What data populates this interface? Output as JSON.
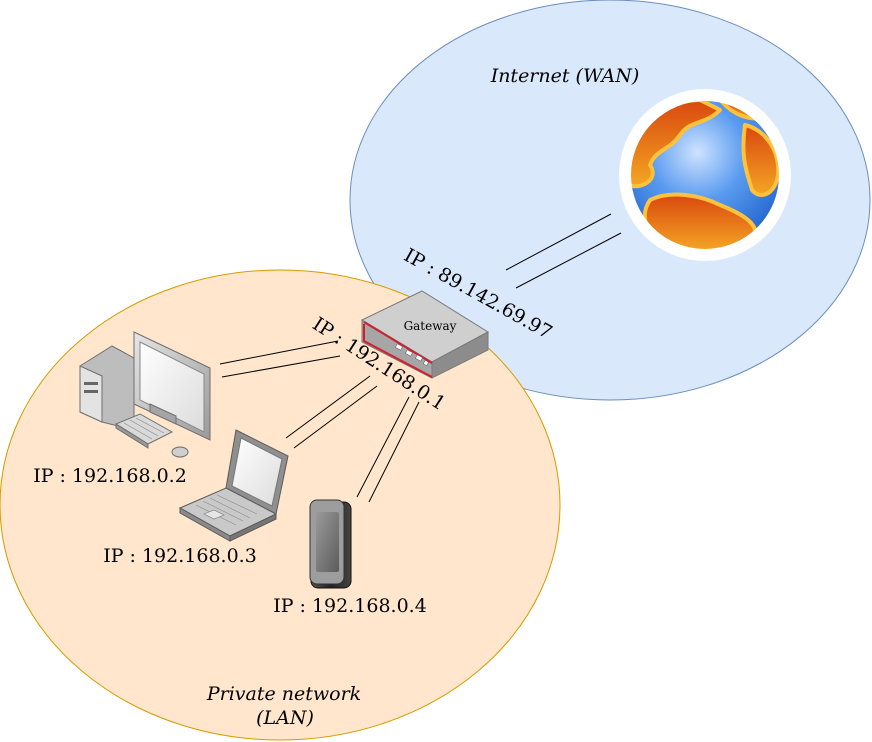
{
  "zones": {
    "wan_label": "Internet (WAN)",
    "lan_label_line1": "Private network",
    "lan_label_line2": "(LAN)"
  },
  "gateway": {
    "name": "Gateway",
    "lan_ip": "IP : 192.168.0.1",
    "wan_ip": "IP : 89.142.69.97"
  },
  "devices": {
    "desktop_ip": "IP : 192.168.0.2",
    "laptop_ip": "IP : 192.168.0.3",
    "phone_ip": "IP : 192.168.0.4"
  },
  "icons": {
    "globe": "globe-icon",
    "gateway": "router-icon",
    "desktop": "desktop-computer-icon",
    "laptop": "laptop-icon",
    "phone": "smartphone-icon"
  },
  "colors": {
    "wan_fill": "#dae8fc",
    "wan_stroke": "#6c8ebf",
    "lan_fill": "#ffe6cc",
    "lan_stroke": "#d79b00",
    "gateway_accent": "#d0202f"
  }
}
